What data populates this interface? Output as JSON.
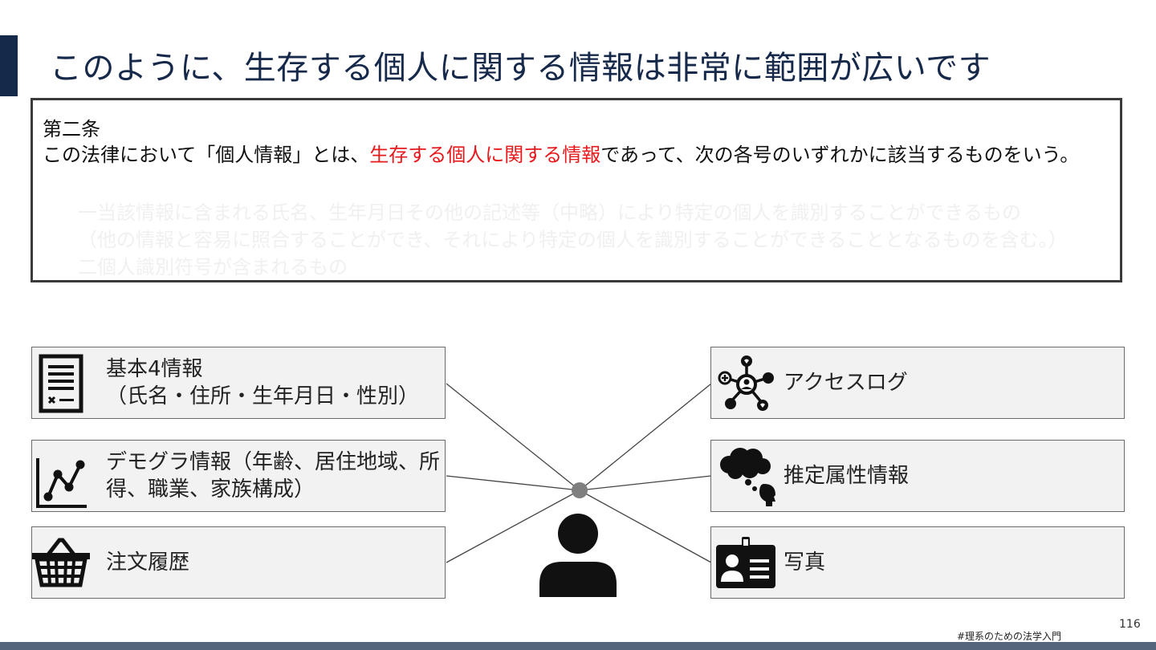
{
  "title": "このように、生存する個人に関する情報は非常に範囲が広いです",
  "law": {
    "heading": "第二条",
    "body_pre": "この法律において「個人情報」とは、",
    "body_highlight": "生存する個人に関する情報",
    "body_post": "であって、次の各号のいずれかに該当するものをいう。",
    "faded_items": [
      "一当該情報に含まれる氏名、生年月日その他の記述等（中略）により特定の個人を識別することができるもの",
      "（他の情報と容易に照合することができ、それにより特定の個人を識別することができることとなるものを含む。）",
      "二個人識別符号が含まれるもの"
    ]
  },
  "left_items": [
    {
      "label_line1": "基本4情報",
      "label_line2": "（氏名・住所・生年月日・性別）",
      "icon": "document-icon"
    },
    {
      "label_line1": "デモグラ情報（年齢、居住地域、所",
      "label_line2": "得、職業、家族構成）",
      "icon": "line-chart-icon"
    },
    {
      "label_line1": "注文履歴",
      "label_line2": "",
      "icon": "shopping-basket-icon"
    }
  ],
  "right_items": [
    {
      "label": "アクセスログ",
      "icon": "social-network-icon"
    },
    {
      "label": "推定属性情報",
      "icon": "thinking-head-icon"
    },
    {
      "label": "写真",
      "icon": "id-card-icon"
    }
  ],
  "center_icon": "person-icon",
  "footer": {
    "page_number": "116",
    "hashtag": "#理系のための法学入門"
  }
}
